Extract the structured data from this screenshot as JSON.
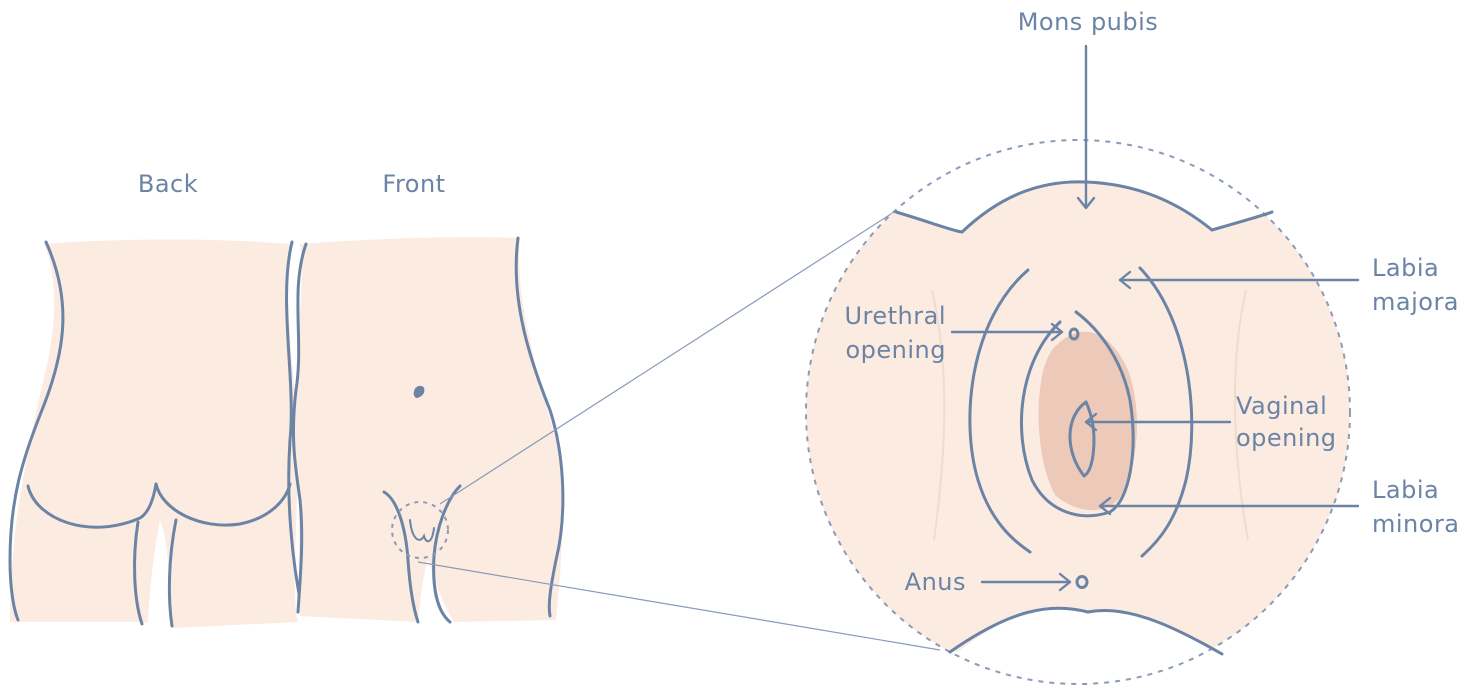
{
  "labels": {
    "back": "Back",
    "front": "Front",
    "mons_pubis": "Mons pubis",
    "labia_majora": [
      "Labia",
      "majora"
    ],
    "urethral_opening": [
      "Urethral",
      "opening"
    ],
    "vaginal_opening": [
      "Vaginal",
      "opening"
    ],
    "labia_minora": [
      "Labia",
      "minora"
    ],
    "anus": "Anus"
  },
  "colors": {
    "skin": "#fcebe0",
    "inner": "#ecc9b9",
    "line": "#6b84a5",
    "dashed": "#8a9bb8"
  }
}
